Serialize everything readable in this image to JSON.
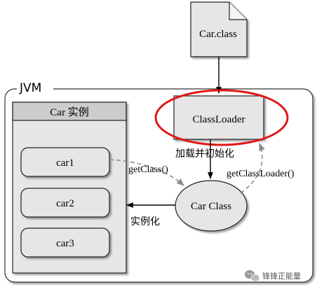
{
  "diagram": {
    "class_file": "Car.class",
    "jvm_label": "JVM",
    "class_loader": "ClassLoader",
    "instances_panel_title": "Car 实例",
    "instances": [
      "car1",
      "car2",
      "car3"
    ],
    "class_object": "Car Class",
    "edge_load_init": "加载并初始化",
    "edge_get_class": "getClass()",
    "edge_get_class_loader": "getClassLoader()",
    "edge_instantiate": "实例化"
  },
  "watermark": {
    "text": "锋锋正能量",
    "icon": "wechat-icon"
  },
  "colors": {
    "highlight_ellipse": "#e01818",
    "box_fill": "#e6e6e6",
    "panel_header_fill": "#cccccc",
    "line": "#000000",
    "dashed_line": "#8c8c8c"
  }
}
